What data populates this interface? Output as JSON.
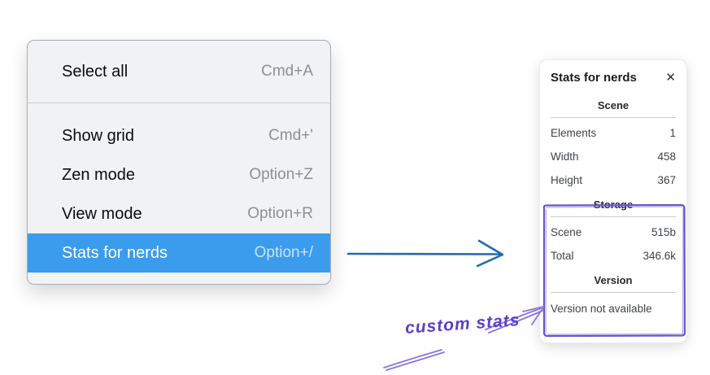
{
  "context_menu": {
    "groups": [
      {
        "items": [
          {
            "label": "Select all",
            "shortcut": "Cmd+A",
            "selected": false
          }
        ]
      },
      {
        "items": [
          {
            "label": "Show grid",
            "shortcut": "Cmd+'",
            "selected": false
          },
          {
            "label": "Zen mode",
            "shortcut": "Option+Z",
            "selected": false
          },
          {
            "label": "View mode",
            "shortcut": "Option+R",
            "selected": false
          },
          {
            "label": "Stats for nerds",
            "shortcut": "Option+/",
            "selected": true
          }
        ]
      }
    ]
  },
  "stats_panel": {
    "title": "Stats for nerds",
    "close_icon": "✕",
    "scene_section": {
      "heading": "Scene",
      "rows": [
        {
          "label": "Elements",
          "value": "1"
        },
        {
          "label": "Width",
          "value": "458"
        },
        {
          "label": "Height",
          "value": "367"
        }
      ]
    },
    "storage_section": {
      "heading": "Storage",
      "rows": [
        {
          "label": "Scene",
          "value": "515b"
        },
        {
          "label": "Total",
          "value": "346.6k"
        }
      ]
    },
    "version_section": {
      "heading": "Version",
      "note": "Version not available"
    }
  },
  "annotation": {
    "label": "custom stats"
  },
  "colors": {
    "menu_highlight": "#3b9ced",
    "arrow_blue": "#1b6cb3",
    "annotation_purple": "#8a73e0",
    "highlight_box_purple": "#6a55cc"
  }
}
